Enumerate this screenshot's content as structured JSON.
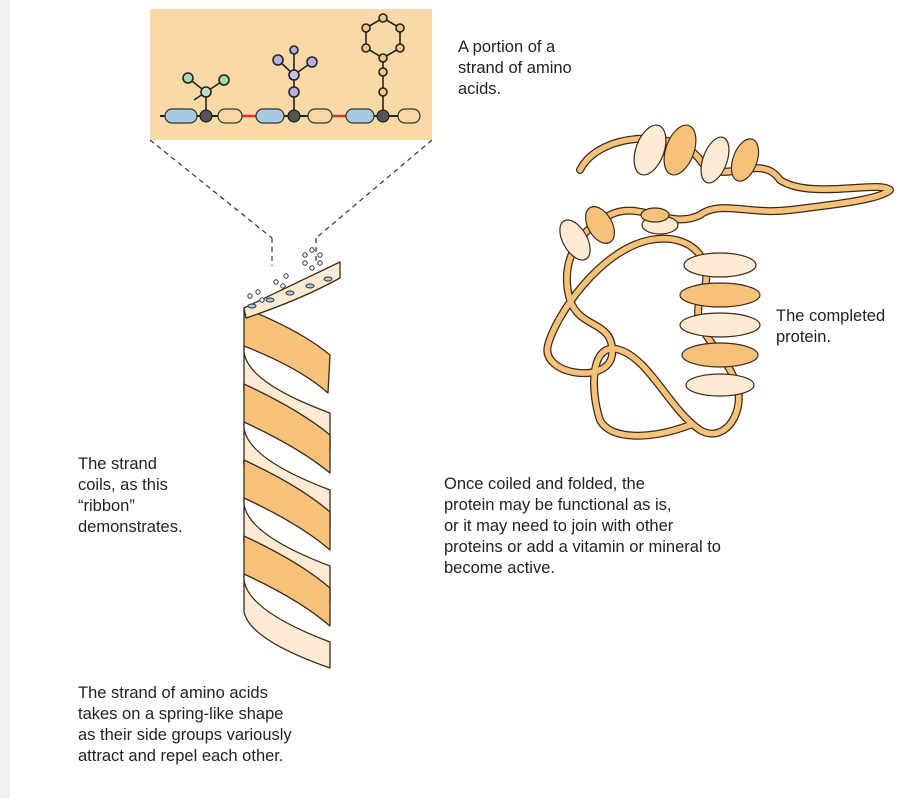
{
  "captions": {
    "strand_portion": "A portion of a\nstrand of amino\nacids.",
    "strand_coils": "The strand\ncoils, as this\n“ribbon”\ndemonstrates.",
    "spring_shape": "The strand of amino acids\ntakes on a spring-like shape\nas their side groups variously\nattract and repel each other.",
    "completed_protein": "The completed\nprotein.",
    "folded_protein": "Once coiled and folded, the\nprotein may be functional as is,\nor it may need to join with other\nproteins or add a vitamin or mineral to\nbecome active."
  },
  "colors": {
    "inset_background": "#fbd9a6",
    "ribbon_front": "#f9c27a",
    "ribbon_back": "#fdebd3",
    "ribbon_outline": "#3a2a1a",
    "peptide_bond": "#e0312b",
    "backbone_blue": "#a6cbe0",
    "side_green": "#a8d8b0",
    "side_purple": "#b7aee0",
    "ring_atom": "#f6c486"
  }
}
